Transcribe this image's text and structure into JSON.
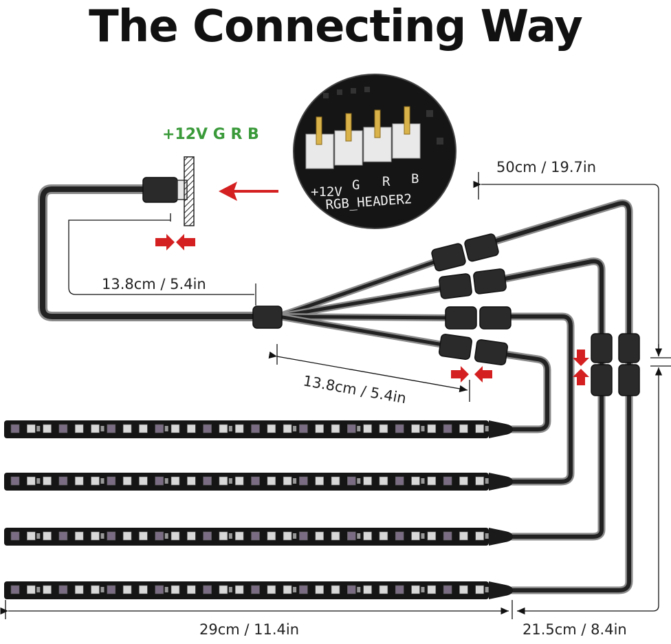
{
  "title": "The Connecting Way",
  "pin_label": "+12V G R B",
  "colors": {
    "pin_label": "#3a9a3a",
    "arrow": "#d42020",
    "cable": "#1e1e1e",
    "strip": "#151515"
  },
  "header": {
    "board_label": "RGB_HEADER2",
    "pins": [
      "+12V",
      "G",
      "R",
      "B"
    ]
  },
  "dimensions": {
    "extension_length": "13.8cm / 5.4in",
    "splitter_branch_length": "13.8cm / 5.4in",
    "long_cable_length": "50cm / 19.7in",
    "strip_length": "29cm / 11.4in",
    "strip_cable_length": "21.5cm / 8.4in"
  }
}
